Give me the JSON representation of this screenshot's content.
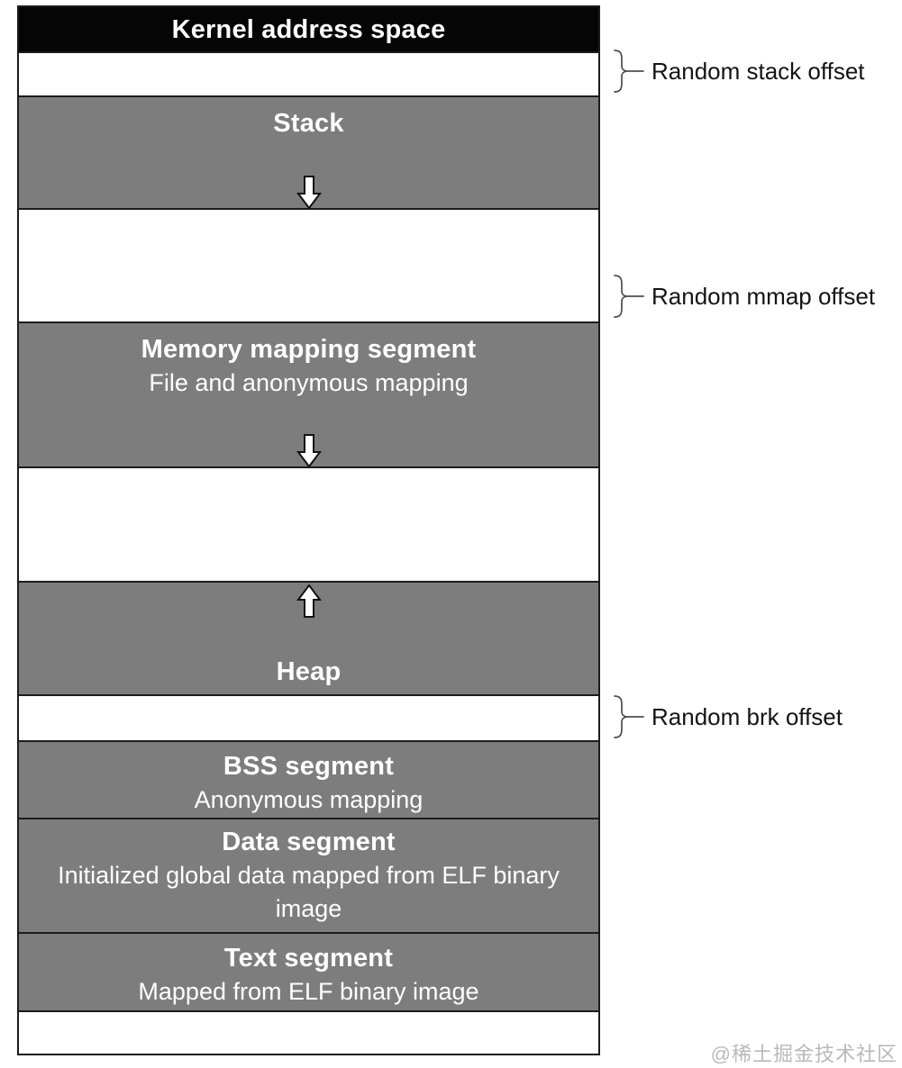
{
  "diagram": {
    "segments": [
      {
        "id": "kernel",
        "type": "header",
        "title": "Kernel address space"
      },
      {
        "id": "gap-stack-offset",
        "type": "gap"
      },
      {
        "id": "stack",
        "type": "segment",
        "title": "Stack",
        "arrow": "down"
      },
      {
        "id": "gap-mmap-offset",
        "type": "gap"
      },
      {
        "id": "mmap",
        "type": "segment",
        "title": "Memory mapping segment",
        "subtitle": "File and anonymous mapping",
        "arrow": "down"
      },
      {
        "id": "gap-heap-growth",
        "type": "gap"
      },
      {
        "id": "heap",
        "type": "segment",
        "title": "Heap",
        "arrow": "up"
      },
      {
        "id": "gap-brk-offset",
        "type": "gap"
      },
      {
        "id": "bss",
        "type": "segment",
        "title": "BSS segment",
        "subtitle": "Anonymous mapping"
      },
      {
        "id": "data",
        "type": "segment",
        "title": "Data segment",
        "subtitle": "Initialized global data mapped from ELF binary image"
      },
      {
        "id": "text",
        "type": "segment",
        "title": "Text segment",
        "subtitle": "Mapped from ELF binary image"
      },
      {
        "id": "gap-bottom",
        "type": "gap"
      }
    ],
    "annotations": [
      {
        "label": "Random stack offset"
      },
      {
        "label": "Random mmap offset"
      },
      {
        "label": "Random brk offset"
      }
    ],
    "colors": {
      "segment_gray": "#7d7d7d",
      "header_black": "#050505",
      "border_black": "#1c1c1c",
      "annotation_text": "#141414",
      "watermark_gray": "#b9b9b9"
    },
    "watermark": "@稀土掘金技术社区"
  }
}
